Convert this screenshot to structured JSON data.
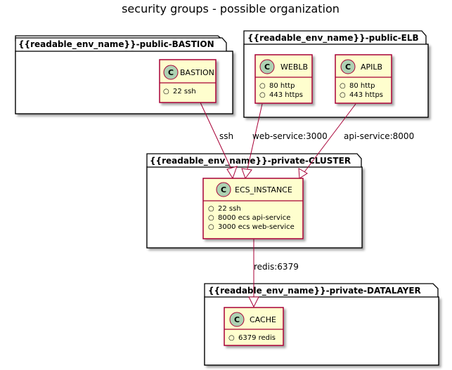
{
  "title": "security groups - possible organization",
  "packages": {
    "bastion": {
      "label": "{{readable_env_name}}-public-BASTION"
    },
    "elb": {
      "label": "{{readable_env_name}}-public-ELB"
    },
    "cluster": {
      "label": "{{readable_env_name}}-private-CLUSTER"
    },
    "datalayer": {
      "label": "{{readable_env_name}}-private-DATALAYER"
    }
  },
  "classes": {
    "bastion": {
      "icon": "C",
      "name": "BASTION",
      "attributes": [
        "22 ssh"
      ]
    },
    "weblb": {
      "icon": "C",
      "name": "WEBLB",
      "attributes": [
        "80 http",
        "443 https"
      ]
    },
    "apilb": {
      "icon": "C",
      "name": "APILB",
      "attributes": [
        "80 http",
        "443 https"
      ]
    },
    "ecs": {
      "icon": "C",
      "name": "ECS_INSTANCE",
      "attributes": [
        "22 ssh",
        "8000 ecs api-service",
        "3000 ecs web-service"
      ]
    },
    "cache": {
      "icon": "C",
      "name": "CACHE",
      "attributes": [
        "6379 redis"
      ]
    }
  },
  "edges": {
    "ssh": "ssh",
    "web": "web-service:3000",
    "api": "api-service:8000",
    "redis": "redis:6379"
  },
  "colors": {
    "class_fill": "#fefece",
    "class_border": "#a80036",
    "edge": "#a80036",
    "circle_fill": "#add1b2",
    "package_fill": "#ffffff"
  }
}
